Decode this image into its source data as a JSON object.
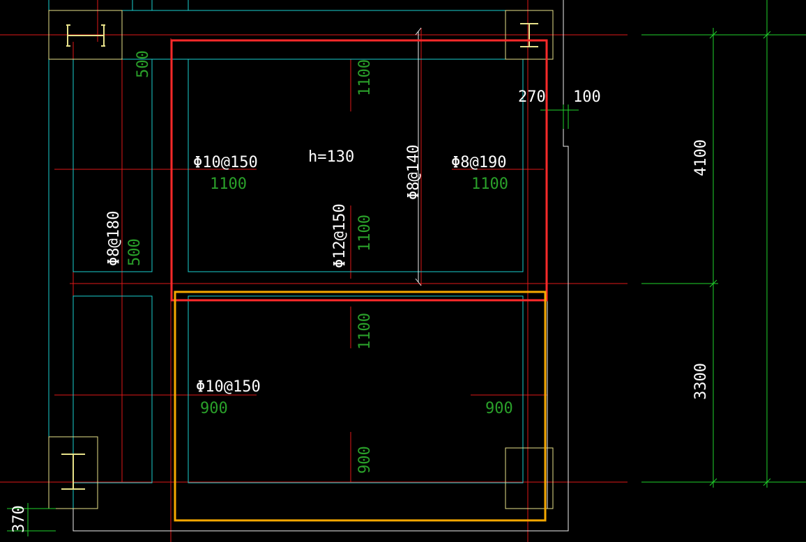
{
  "canvas": {
    "background": "#000000"
  },
  "colors": {
    "axis": "#e01818",
    "wall": "#1ad0d0",
    "white": "#f0f0f0",
    "green": "#2aa02a",
    "dim": "#21d42b",
    "column": "#e8e28a",
    "selectionRed": "#ff2a2a",
    "selectionOrange": "#f5a800"
  },
  "labels": {
    "slab_thickness": "h=130",
    "top_left_rebar": "Φ10@150",
    "top_right_rebar": "Φ8@190",
    "center_vertical_rebar": "Φ8@140",
    "center_bottom_rebar": "Φ12@150",
    "left_strip_rebar": "Φ8@180",
    "bottom_rebar": "Φ10@150",
    "extent_1100_a": "1100",
    "extent_1100_b": "1100",
    "extent_1100_c": "1100",
    "extent_1100_d": "1100",
    "extent_1100_e": "1100",
    "extent_500_a": "500",
    "extent_500_b": "500",
    "extent_900_a": "900",
    "extent_900_b": "900",
    "extent_900_c": "900",
    "dim_270": "270",
    "dim_100": "100",
    "dim_4100": "4100",
    "dim_3300": "3300",
    "dim_370": "370"
  },
  "icons": [
    "steel-column-i-section-icon"
  ]
}
